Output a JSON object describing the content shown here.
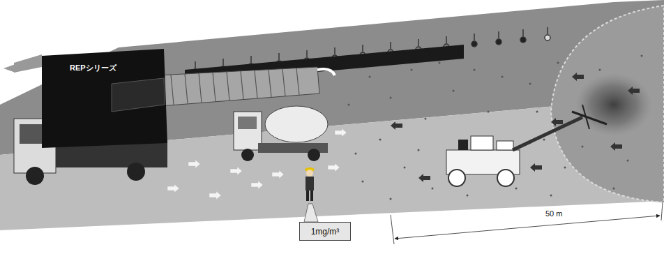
{
  "diagram": {
    "nodes": [
      {
        "text": [
          "1mg/m³"
        ]
      }
    ],
    "labels": [
      "REPシリーズ",
      "50 m"
    ]
  }
}
